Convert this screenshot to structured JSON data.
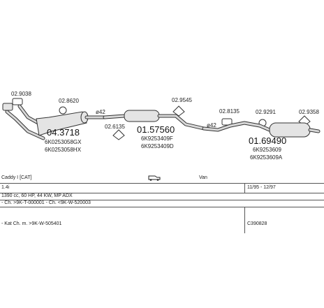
{
  "parts": [
    {
      "id": "p1",
      "number": "04.3718",
      "oem": [
        "6K0253058GX",
        "6K0253058HX"
      ]
    },
    {
      "id": "p2",
      "number": "01.57560",
      "oem": [
        "6K9253409F",
        "6K9253409D"
      ]
    },
    {
      "id": "p3",
      "number": "01.69490",
      "oem": [
        "6K9253609",
        "6K9253609A"
      ]
    }
  ],
  "fittings": [
    {
      "id": "f1",
      "number": "02.9038"
    },
    {
      "id": "f2",
      "number": "02.8620"
    },
    {
      "id": "f3",
      "number": "02.6135"
    },
    {
      "id": "f4",
      "number": "02.9545"
    },
    {
      "id": "f5",
      "number": "02.8135"
    },
    {
      "id": "f6",
      "number": "02.9291"
    },
    {
      "id": "f7",
      "number": "02.9358"
    }
  ],
  "diameters": [
    {
      "id": "d1",
      "label": "ø42"
    },
    {
      "id": "d2",
      "label": "ø42"
    }
  ],
  "vehicle": {
    "model": "Caddy I  [CAT]",
    "body": "Van",
    "engine": "1.4i",
    "period": "11/95 - 12/97",
    "spec": "1390 cc, 60 HP, 44 KW, MP ADX",
    "chassis": "- Ch. >9K-T-000001 - Ch. <9K-W-520003",
    "kit": "- Kat Ch. m. >9K-W-505401",
    "code": "C390828"
  },
  "colors": {
    "part_fill": "#e4e4e4",
    "stroke": "#333333"
  },
  "icons": {
    "vehicle_body": "van-icon"
  }
}
